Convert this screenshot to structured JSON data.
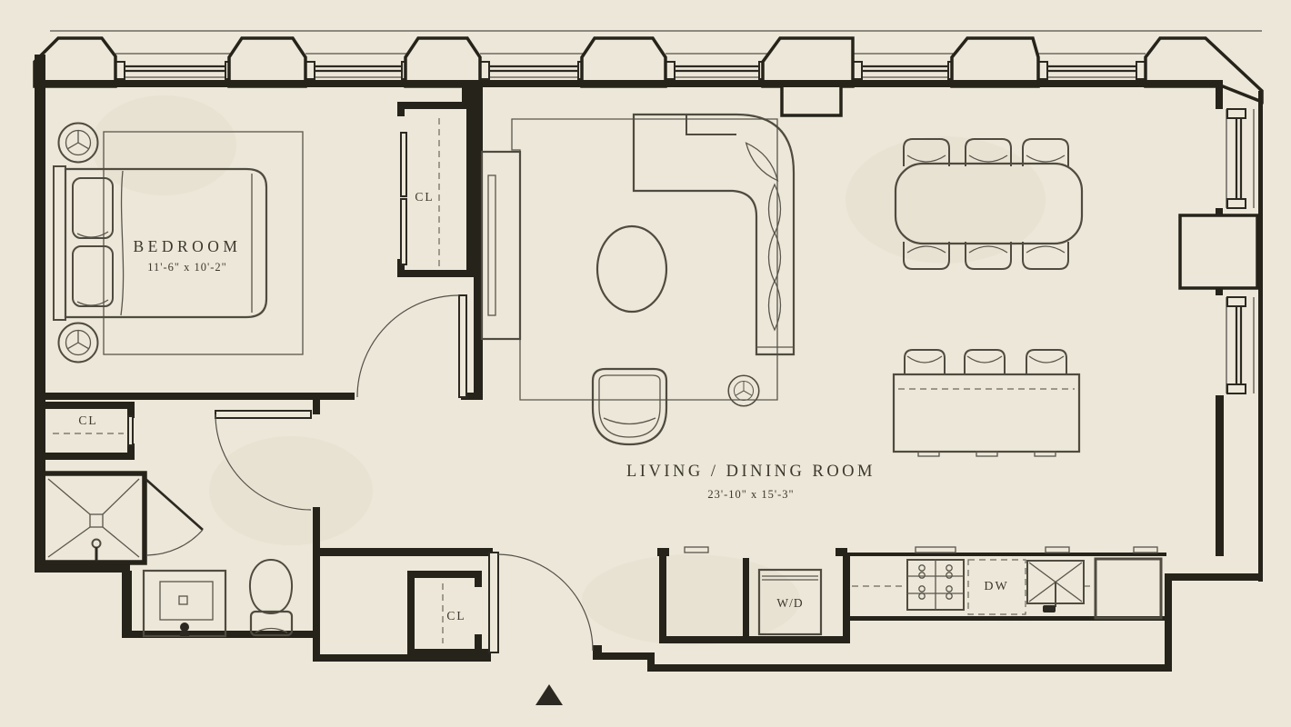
{
  "plan": {
    "rooms": {
      "bedroom": {
        "label": "BEDROOM",
        "dims": "11'-6\" x 10'-2\""
      },
      "living": {
        "label": "LIVING / DINING ROOM",
        "dims": "23'-10\" x 15'-3\""
      }
    },
    "closets": {
      "bedroom_closet": "CL",
      "hall_closet": "CL",
      "entry_closet": "CL"
    },
    "appliances": {
      "washer_dryer": "W/D",
      "dishwasher": "DW"
    },
    "icons": {
      "entry_marker": "entry-arrow"
    },
    "colors": {
      "paper": "#ece7d8",
      "wall": "#26231b",
      "furniture": "#4f4b40",
      "text": "#3b372c"
    }
  }
}
